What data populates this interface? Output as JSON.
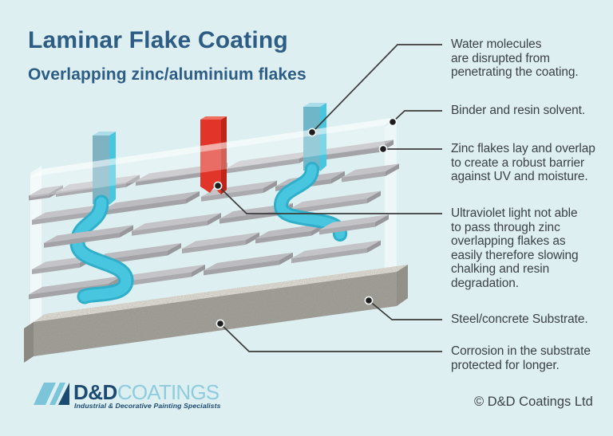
{
  "header": {
    "title": "Laminar Flake Coating",
    "subtitle": "Overlapping zinc/aluminium flakes"
  },
  "annotations": {
    "water": {
      "text": "Water molecules\nare disrupted from\npenetrating the coating."
    },
    "binder": {
      "text": "Binder and resin solvent."
    },
    "zinc": {
      "text": "Zinc flakes lay and overlap\nto create a robust barrier\nagainst UV and moisture."
    },
    "uv": {
      "text": "Ultraviolet light not able\nto pass through zinc\noverlapping flakes as\neasily therefore slowing\nchalking and resin\ndegradation."
    },
    "substrate": {
      "text": "Steel/concrete Substrate."
    },
    "corrosion": {
      "text": "Corrosion in the substrate\nprotected for longer."
    }
  },
  "diagram": {
    "elements": {
      "water_ribbon": "water-molecule-path",
      "uv_ribbon": "ultraviolet-light-ray",
      "zinc_flakes": "overlapping-zinc-flakes",
      "coating_block": "binder-resin-coating",
      "substrate_slab": "steel-concrete-substrate"
    },
    "colors": {
      "water_bright": "#49c6df",
      "water_shade": "#2fafc9",
      "water_face": "#7fb3c2",
      "uv_red": "#e2352a",
      "uv_red_dark": "#bd2619",
      "flake_top": "#bcbbc0",
      "flake_front": "#a3a2a7",
      "substrate_front": "#a6a49c",
      "substrate_top": "#e9e7de",
      "coating_film": "#ffffff",
      "connector": "#3c3c3c"
    }
  },
  "footer": {
    "logo_dd": "D&D",
    "logo_coatings": "COATINGS",
    "logo_tagline": "Industrial & Decorative Painting Specialists",
    "copyright": "© D&D Coatings Ltd"
  },
  "colors": {
    "background": "#ddeff1",
    "heading": "#2d5c85",
    "body_text": "#3c4145",
    "logo_navy": "#1b4a72",
    "logo_blue": "#7cc4d9"
  }
}
